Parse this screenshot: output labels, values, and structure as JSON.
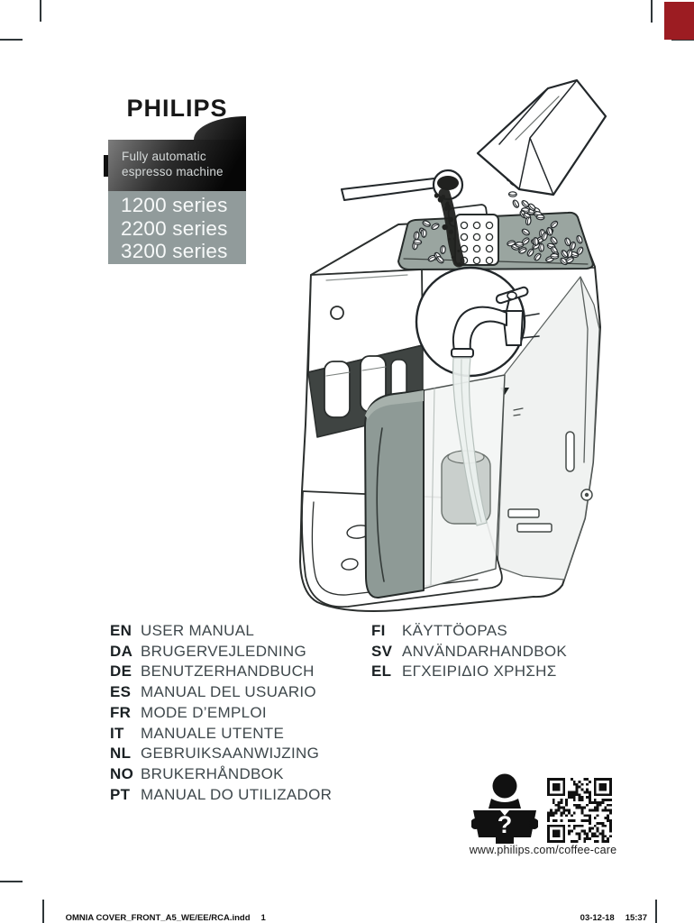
{
  "brand": {
    "logo": "PHILIPS",
    "tagline_line1": "Fully automatic",
    "tagline_line2": "espresso machine",
    "series": [
      "1200 series",
      "2200 series",
      "3200 series"
    ]
  },
  "languages": {
    "left": [
      {
        "code": "EN",
        "title": "USER MANUAL"
      },
      {
        "code": "DA",
        "title": "BRUGERVEJLEDNING"
      },
      {
        "code": "DE",
        "title": "BENUTZERHANDBUCH"
      },
      {
        "code": "ES",
        "title": "MANUAL DEL USUARIO"
      },
      {
        "code": "FR",
        "title": "MODE D’EMPLOI"
      },
      {
        "code": "IT",
        "title": "MANUALE UTENTE"
      },
      {
        "code": "NL",
        "title": "GEBRUIKSAANWIJZING"
      },
      {
        "code": "NO",
        "title": "BRUKERHÅNDBOK"
      },
      {
        "code": "PT",
        "title": "MANUAL DO UTILIZADOR"
      }
    ],
    "right": [
      {
        "code": "FI",
        "title": "KÄYTTÖOPAS"
      },
      {
        "code": "SV",
        "title": "ANVÄNDARHANDBOK"
      },
      {
        "code": "EL",
        "title": "ΕΓΧΕΙΡΙΔΙΟ ΧΡΗΣΗΣ"
      }
    ]
  },
  "support": {
    "url": "www.philips.com/coffee-care",
    "help_icon": "person-reading-question-icon",
    "qr_icon": "qr-code"
  },
  "footer": {
    "file": "OMNIA COVER_FRONT_A5_WE/EE/RCA.indd",
    "page": "1",
    "date": "03-12-18",
    "time": "15:37"
  },
  "colors": {
    "corner_marker_red": "#9c1c22",
    "series_panel_gray": "#919b9b",
    "illustration_gray": "#8e9a96",
    "tray_gray": "#9aa5a0",
    "dark_panel_start": "#7c7c7c",
    "dark_panel_end": "#060606"
  }
}
